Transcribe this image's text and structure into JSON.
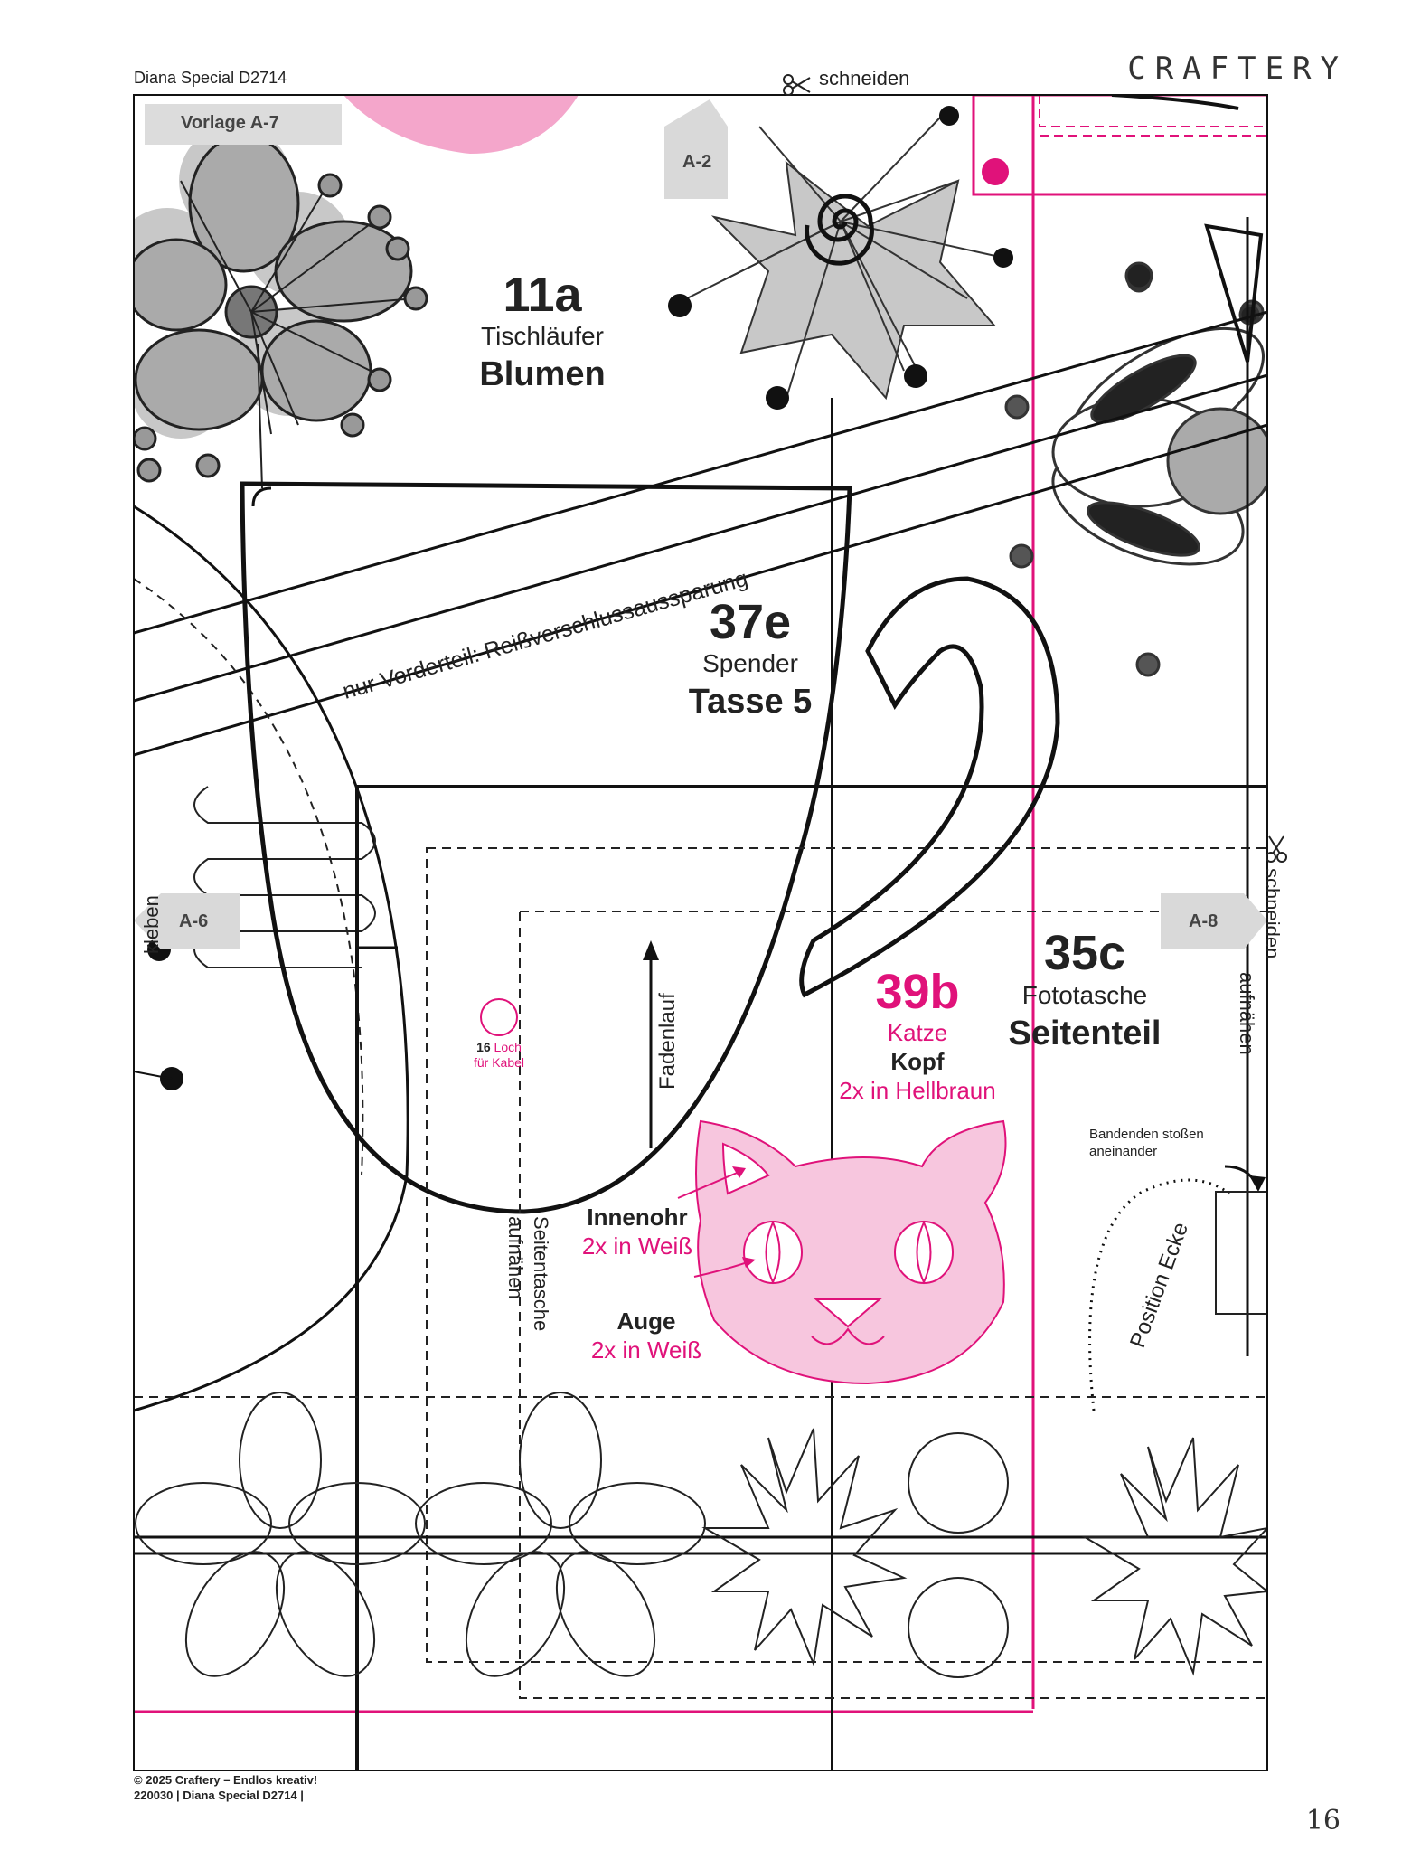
{
  "header": {
    "title": "Diana Special D2714",
    "brand": "CRAFTERY"
  },
  "template_label": "Vorlage A-7",
  "connectors": {
    "top": "A-2",
    "left": "A-6",
    "right": "A-8"
  },
  "instructions": {
    "cut_top": "schneiden",
    "cut_right": "schneiden",
    "glue": "kleben",
    "sew_right": "aufnähen",
    "zipper": "nur Vorderteil: Reißverschlussaussparung",
    "grain": "Fadenlauf",
    "side_pocket_line1": "Seitentasche",
    "side_pocket_line2": "aufnähen",
    "band_line1": "Bandenden stoßen",
    "band_line2": "aneinander",
    "corner": "Position Ecke",
    "hole_num": "16",
    "hole_word": "Loch",
    "hole_line2": "für Kabel"
  },
  "patterns": {
    "p11a": {
      "num": "11a",
      "line1": "Tischläufer",
      "line2": "Blumen"
    },
    "p37e": {
      "num": "37e",
      "line1": "Spender",
      "line2": "Tasse 5"
    },
    "p35c": {
      "num": "35c",
      "line1": "Fototasche",
      "line2": "Seitenteil"
    },
    "p39b": {
      "num": "39b",
      "line1": "Katze",
      "line2": "Kopf",
      "line3": "2x in Hellbraun"
    }
  },
  "cat_labels": {
    "inner_ear": "Innenohr",
    "inner_ear_qty": "2x in Weiß",
    "eye": "Auge",
    "eye_qty": "2x in Weiß"
  },
  "footer": {
    "line1": "© 2025 Craftery – Endlos kreativ!",
    "line2": "220030 | Diana Special D2714 |",
    "page": "16"
  },
  "colors": {
    "accent": "#e0127a",
    "cat_fill": "#f7c6de",
    "petal_gray": "#b3b3b3",
    "line": "#1a1a1a"
  }
}
